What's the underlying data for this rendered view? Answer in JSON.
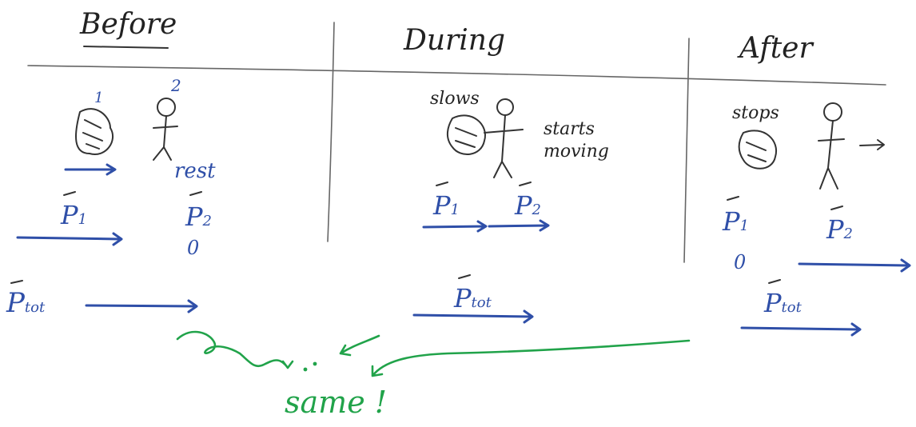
{
  "headers": {
    "before": "Before",
    "during": "During",
    "after": "After"
  },
  "before": {
    "object1_number": "1",
    "object2_number": "2",
    "object2_state": "rest",
    "p1_label": "P",
    "p1_sub": "1",
    "p2_label": "P",
    "p2_sub": "2",
    "p2_value": "0",
    "ptot_label": "P",
    "ptot_sub": "tot"
  },
  "during": {
    "object1_note": "slows",
    "object2_note_line1": "starts",
    "object2_note_line2": "moving",
    "p1_label": "P",
    "p1_sub": "1",
    "p2_label": "P",
    "p2_sub": "2",
    "ptot_label": "P",
    "ptot_sub": "tot"
  },
  "after": {
    "object1_note": "stops",
    "p1_label": "P",
    "p1_sub": "1",
    "p1_value": "0",
    "p2_label": "P",
    "p2_sub": "2",
    "ptot_label": "P",
    "ptot_sub": "tot"
  },
  "conclusion": "same !",
  "colors": {
    "blue_ink": "#2f4fa8",
    "green_ink": "#21a34a",
    "pencil": "#333333"
  }
}
